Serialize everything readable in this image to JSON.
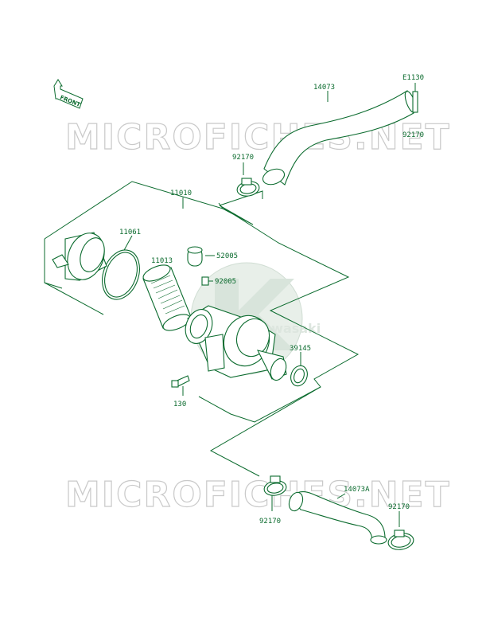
{
  "watermark": {
    "text_top": "MICROFICHES.NET",
    "text_bottom": "MICROFICHES.NET",
    "logo_text": "Kawasaki"
  },
  "front_marker": {
    "text": "FRONT"
  },
  "labels": {
    "e1130": "E1130",
    "p14073": "14073",
    "p92170_top_right": "92170",
    "p92170_top": "92170",
    "p11010": "11010",
    "p11061": "11061",
    "p11013": "11013",
    "p52005": "52005",
    "p92005": "92005",
    "p39145": "39145",
    "p130": "130",
    "p92170_bottom_left": "92170",
    "p14073A": "14073A",
    "p92170_bottom_right": "92170"
  },
  "colors": {
    "line": "#0b6b2e",
    "watermark": "#c9c9c9",
    "background": "#ffffff"
  }
}
